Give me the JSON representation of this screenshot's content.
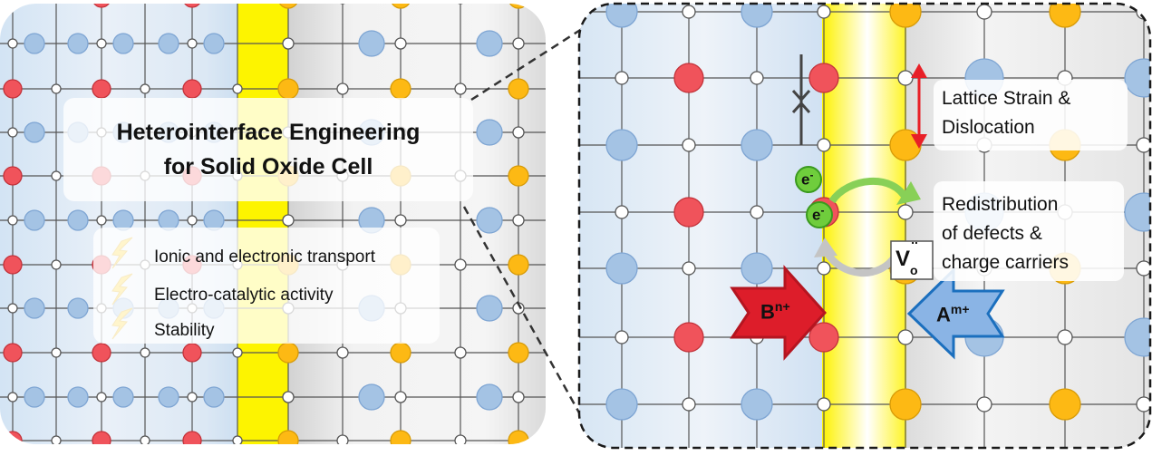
{
  "title_line1": "Heterointerface Engineering",
  "title_line2": "for Solid Oxide Cell",
  "features": [
    "Ionic and electronic transport",
    "Electro-catalytic activity",
    "Stability"
  ],
  "strain_line1": "Lattice Strain &",
  "strain_line2": "Dislocation",
  "redist_line1": "Redistribution",
  "redist_line2": "of defects &",
  "redist_line3": "charge carriers",
  "electron_base": "e",
  "electron_sup": "-",
  "vacancy_base": "V",
  "vacancy_sub": "o",
  "vacancy_sup": "¨",
  "b_ion_base": "B",
  "b_ion_sup": "n+",
  "a_ion_base": "A",
  "a_ion_sup": "m+",
  "colors": {
    "a_site_blue": "#a4c3e4",
    "b_site_red": "#f0535b",
    "c_site_orange": "#fdb914",
    "oxygen_white": "#ffffff",
    "interface_yellow": "#fdf400",
    "electron_green": "#6fcd3c",
    "strain_arrow_red": "#e82027",
    "b_arrow_red": "#dd1d2a",
    "a_arrow_blue": "#8ab4e5",
    "lightning_yellow": "#fdd11a"
  },
  "icons": [
    "lightning-icon",
    "electron-icon",
    "double-headed-arrow-icon",
    "compression-arrows-icon",
    "cycle-arrow-icon",
    "b-cation-arrow-icon",
    "a-cation-arrow-icon"
  ]
}
